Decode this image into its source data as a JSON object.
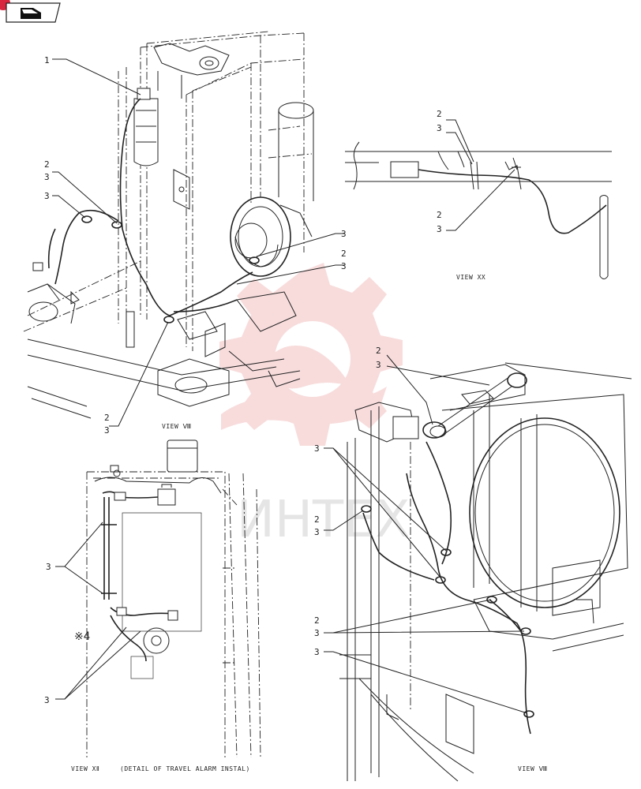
{
  "colors": {
    "line": "#222222",
    "watermark_gear": "#f3c0c0",
    "watermark_text": "#e5e5e5",
    "badge": "#d7263d"
  },
  "toolbar": {
    "icon": "binder-icon"
  },
  "watermark": {
    "text": "ИНТЕХ"
  },
  "callouts": {
    "c1": "1",
    "c2a": "2",
    "c3a": "3",
    "c3b": "3",
    "c3c": "3",
    "c2b": "2",
    "c3d": "3",
    "c2c": "2",
    "c3e": "3",
    "c2d": "2",
    "c3f": "3",
    "c2e": "2",
    "c3g": "3",
    "c2f": "2",
    "c3h": "3",
    "c3i": "3",
    "c2g": "2",
    "c3j": "3",
    "c2h": "2",
    "c3k": "3",
    "c3l": "3",
    "c3m": "3",
    "c3n": "3"
  },
  "notes": {
    "x4": "※4"
  },
  "captions": {
    "view_xx": "VIEW XX",
    "view_top": "VIEW Ⅷ",
    "view_xii": "VIEW XⅡ",
    "detail": "(DETAIL OF TRAVEL ALARM INSTAL)",
    "view_right": "VIEW Ⅷ"
  }
}
